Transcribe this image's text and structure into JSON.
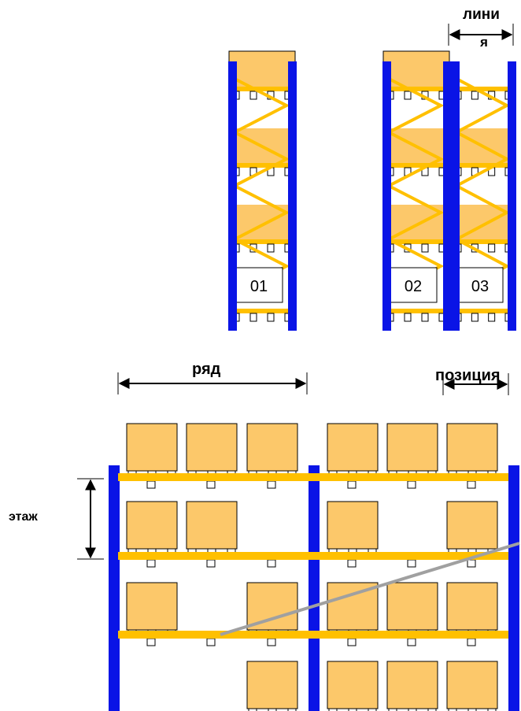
{
  "labels": {
    "line": "лини",
    "line_end": "я",
    "row": "ряд",
    "position": "позиция",
    "floor": "этаж"
  },
  "rack_numbers": [
    "01",
    "02",
    "03"
  ],
  "colors": {
    "upright": "#0a14e6",
    "beam": "#ffc000",
    "box_fill": "#fcc86a",
    "box_stroke": "#000000",
    "guide_line": "#a0a0a0"
  }
}
